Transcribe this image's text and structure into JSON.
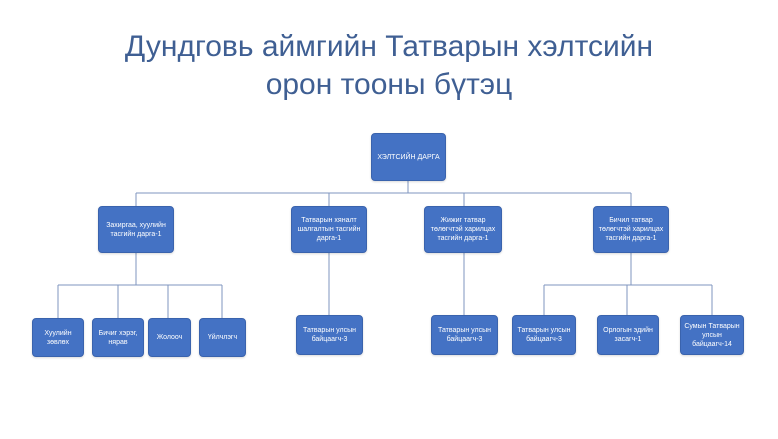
{
  "title": {
    "line1": "Дундговь аймгийн Татварын хэлтсийн",
    "line2": "орон тооны бүтэц"
  },
  "colors": {
    "box_fill": "#4472c4",
    "line": "#7f96bf",
    "title": "#3f5f93"
  },
  "chart": {
    "root": "ХЭЛТСИЙН ДАРГА",
    "departments": [
      {
        "label": "Захиргаа, хуулийн тасгийн дарга-1",
        "staff": [
          "Хуулийн зөвлөх",
          "Бичиг хэрэг, нярав",
          "Жолооч",
          "Үйлчлэгч"
        ]
      },
      {
        "label": "Татварын хяналт шалгалтын тасгийн дарга-1",
        "staff": [
          "Татварын улсын байцаагч-3"
        ]
      },
      {
        "label": "Жижиг татвар төлөгчтэй харилцах тасгийн дарга-1",
        "staff": [
          "Татварын улсын байцаагч-3"
        ]
      },
      {
        "label": "Бичил татвар төлөгчтэй харилцах тасгийн дарга-1",
        "staff": [
          "Татварын улсын байцаагч-3",
          "Орлогын эдийн засагч-1",
          "Сумын Татварын улсын байцаагч-14"
        ]
      }
    ]
  }
}
